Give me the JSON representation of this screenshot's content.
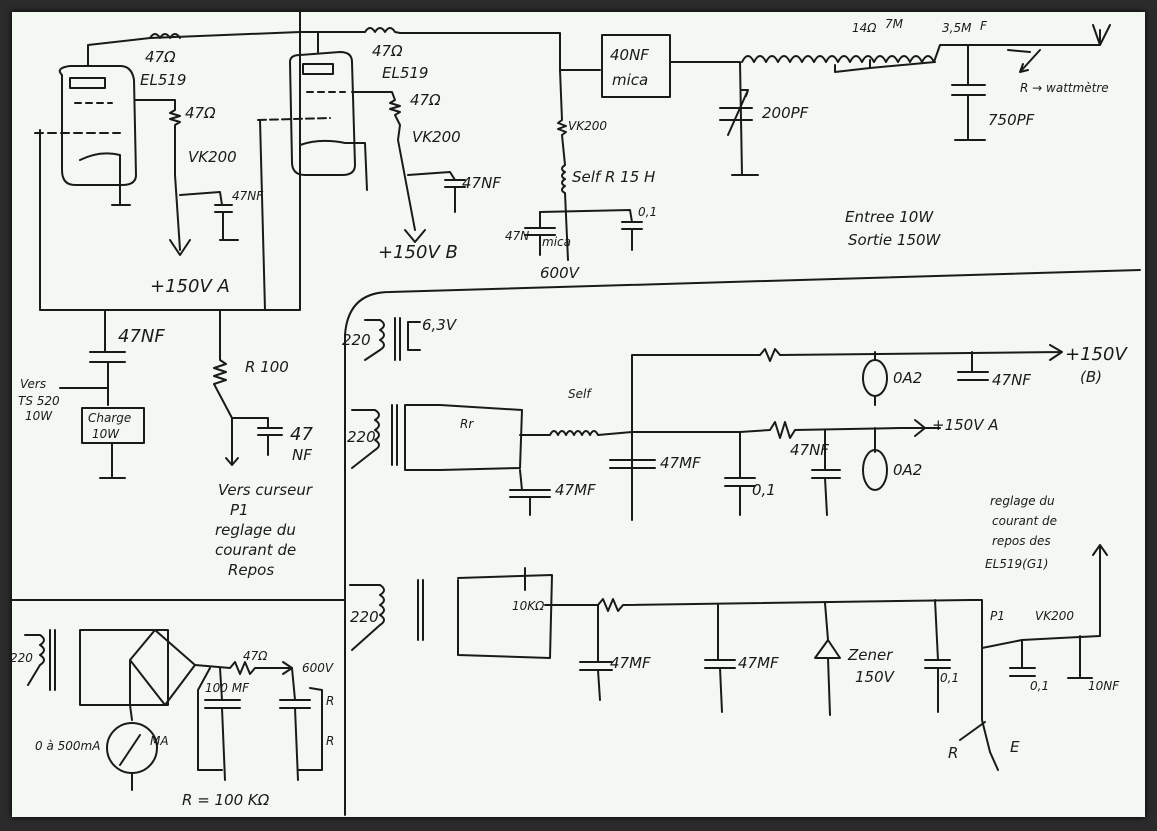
{
  "amplifier": {
    "tube1": {
      "name": "EL519",
      "grid_resistor": "47Ω",
      "screen_resistor": "47Ω",
      "choke": "VK200",
      "decoupling": "47NF",
      "supply": "+150V A"
    },
    "tube2": {
      "name": "EL519",
      "grid_resistor": "47Ω",
      "screen_resistor": "47Ω",
      "choke": "VK200",
      "decoupling": "47NF",
      "supply": "+150V B"
    },
    "input_cap": "47NF",
    "input_label": [
      "Vers",
      "TS 520",
      "10W"
    ],
    "dummy_load": [
      "Charge",
      "10W"
    ],
    "bias_resistor": "R 100",
    "bias_cap": [
      "47",
      "NF"
    ],
    "bias_note": [
      "Vers curseur",
      "P1",
      "reglage du",
      "courant de",
      "Repos"
    ],
    "anode_choke": "VK200",
    "anode_self": "Self R 15 H",
    "hv_cap": "47N",
    "hv_cap_type": "mica",
    "hv_bypass": "0,1",
    "hv": "600V",
    "coupling_cap": [
      "40NF",
      "mica"
    ]
  },
  "output_network": {
    "tune_cap": "200PF",
    "taps": [
      "14Ω",
      "7M",
      "3,5M"
    ],
    "switch_label": "F",
    "load_cap": "750PF",
    "relay_note": "R → wattmètre",
    "power_in": "Entree 10W",
    "power_out": "Sortie 150W"
  },
  "power_supply": {
    "mains1": "220",
    "heater": "6,3V",
    "mains2": "220",
    "rectifier": "Rr",
    "self": "Self",
    "caps": [
      "47MF",
      "47MF",
      "0,1",
      "47NF",
      "47NF"
    ],
    "regulators": [
      "0A2",
      "0A2"
    ],
    "out_b": [
      "+150V",
      "(B)"
    ],
    "out_a": "+150V A",
    "bias_note": [
      "reglage du",
      "courant de",
      "repos des",
      "EL519(G1)"
    ]
  },
  "bias_supply": {
    "mains": "220",
    "resistor": "10KΩ",
    "caps": [
      "47MF",
      "47MF"
    ],
    "zener": [
      "Zener",
      "150V"
    ],
    "bypass": "0,1",
    "pot": "P1",
    "choke": "VK200",
    "pot_bypass": "0,1",
    "out_cap": "10NF",
    "switch_r": "R",
    "switch_e": "E"
  },
  "hv_supply": {
    "mains": "220",
    "resistor": "47Ω",
    "output": "600V",
    "cap": "100 MF",
    "r1": "R",
    "r2": "R",
    "meter": "0 à 500mA",
    "meter_unit": "MA",
    "r_value": "R = 100 KΩ"
  }
}
